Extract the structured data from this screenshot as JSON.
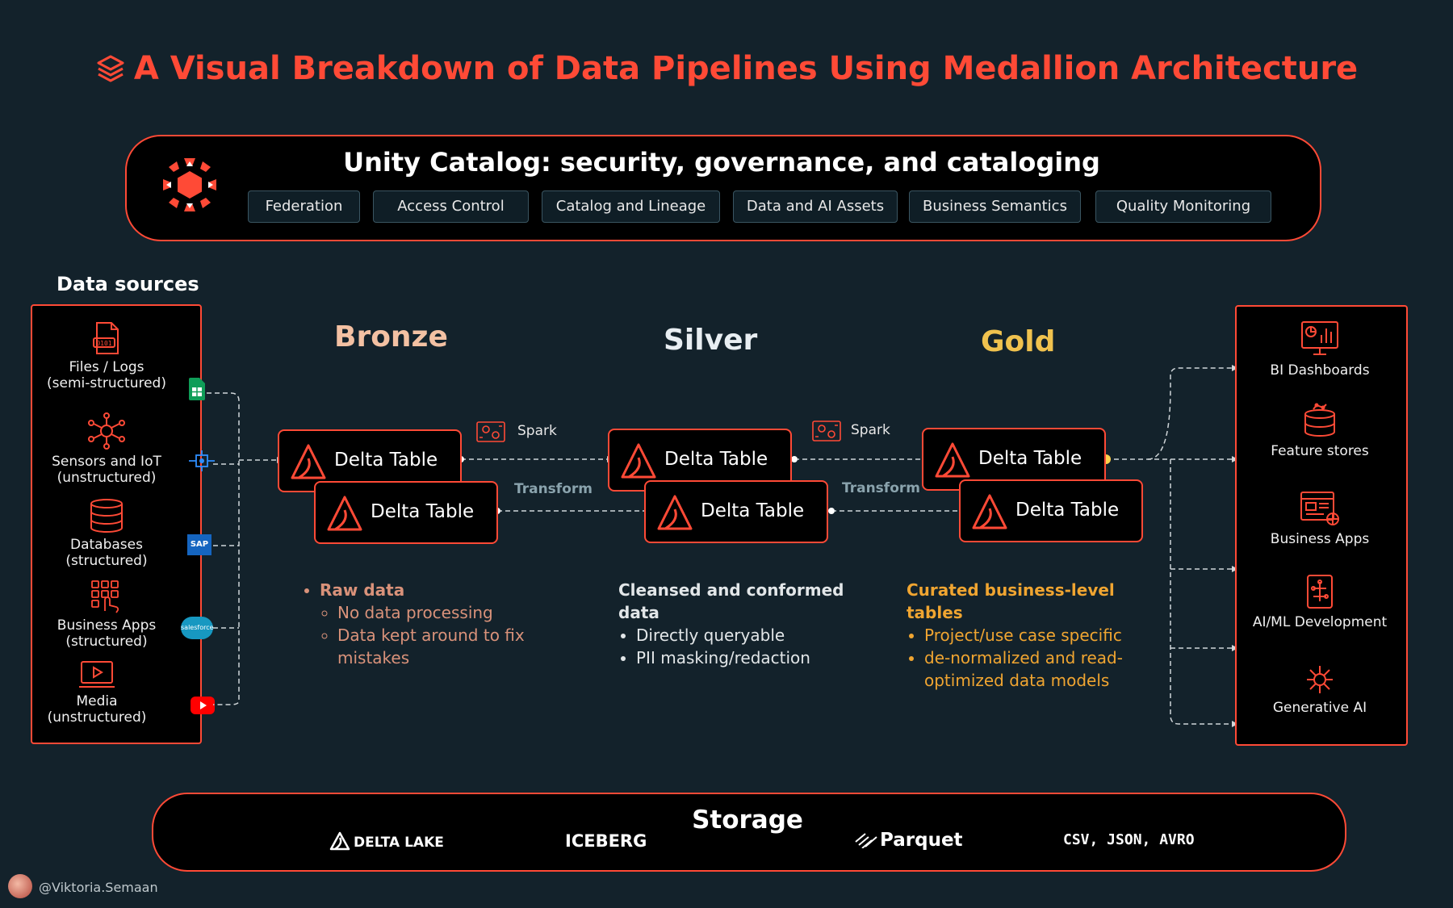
{
  "title": "A Visual Breakdown of Data Pipelines Using Medallion Architecture",
  "unity_catalog": {
    "heading": "Unity Catalog: security, governance, and cataloging",
    "tags": [
      "Federation",
      "Access Control",
      "Catalog and Lineage",
      "Data and AI Assets",
      "Business Semantics",
      "Quality Monitoring"
    ]
  },
  "data_sources": {
    "title": "Data sources",
    "items": [
      {
        "line1": "Files / Logs",
        "line2": "(semi-structured)"
      },
      {
        "line1": "Sensors and IoT",
        "line2": "(unstructured)"
      },
      {
        "line1": "Databases",
        "line2": "(structured)"
      },
      {
        "line1": "Business Apps",
        "line2": "(structured)"
      },
      {
        "line1": "Media",
        "line2": "(unstructured)"
      }
    ],
    "badges": [
      "SAP",
      "salesforce"
    ]
  },
  "layers": {
    "bronze": {
      "name": "Bronze",
      "table_label": "Delta Table",
      "head": "Raw data",
      "bullets": [
        "No data processing",
        "Data kept around to fix mistakes"
      ]
    },
    "silver": {
      "name": "Silver",
      "table_label": "Delta Table",
      "head": "Cleansed and conformed data",
      "bullets": [
        "Directly queryable",
        "PII masking/redaction"
      ]
    },
    "gold": {
      "name": "Gold",
      "table_label": "Delta Table",
      "head": "Curated business-level tables",
      "bullets": [
        "Project/use case specific",
        "de-normalized and read-optimized data models"
      ]
    }
  },
  "transitions": {
    "engine": "Spark",
    "action": "Transform"
  },
  "outputs": [
    "BI Dashboards",
    "Feature stores",
    "Business Apps",
    "AI/ML Development",
    "Generative AI"
  ],
  "storage": {
    "title": "Storage",
    "formats": [
      "DELTA LAKE",
      "ICEBERG",
      "Parquet",
      "CSV, JSON, AVRO"
    ]
  },
  "credit": "@Viktoria.Semaan",
  "colors": {
    "background": "#13222b",
    "accent": "#ff4a36",
    "bronze": "#f3c1a3",
    "silver": "#e8eef2",
    "gold": "#f0c24e",
    "bronze_text": "#d9927a",
    "gold_text": "#f0a531"
  }
}
